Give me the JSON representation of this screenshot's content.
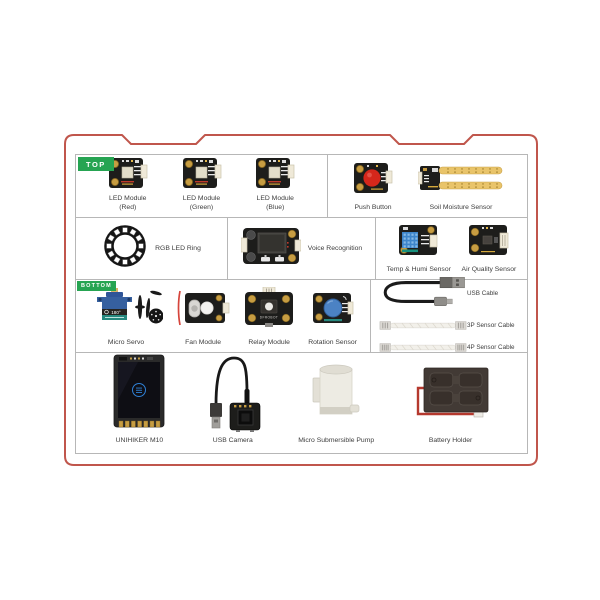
{
  "colors": {
    "frame_red": "#c0564c",
    "badge_green": "#26a452",
    "grid_border": "#b7b7b7",
    "label_text": "#3d3d3d"
  },
  "badges": {
    "top": "TOP",
    "bottom": "BOTTOM"
  },
  "items": {
    "led_red_1": "LED Module",
    "led_red_2": "(Red)",
    "led_green_1": "LED Module",
    "led_green_2": "(Green)",
    "led_blue_1": "LED Module",
    "led_blue_2": "(Blue)",
    "push_button": "Push Button",
    "soil_moisture": "Soil Moisture Sensor",
    "rgb_ring": "RGB LED Ring",
    "voice": "Voice Recognition",
    "temp_humi": "Temp & Humi Sensor",
    "air_quality": "Air Quality Sensor",
    "micro_servo": "Micro Servo",
    "fan": "Fan Module",
    "relay": "Relay Module",
    "rotation": "Rotation Sensor",
    "usb_cable": "USB Cable",
    "cable_3p": "3P Sensor Cable",
    "cable_4p": "4P Sensor Cable",
    "unihiker": "UNIHIKER M10",
    "usb_camera": "USB Camera",
    "pump": "Micro Submersible Pump",
    "battery": "Battery Holder"
  },
  "servo_badge": "180°",
  "relay_brand": "DFROBOT"
}
